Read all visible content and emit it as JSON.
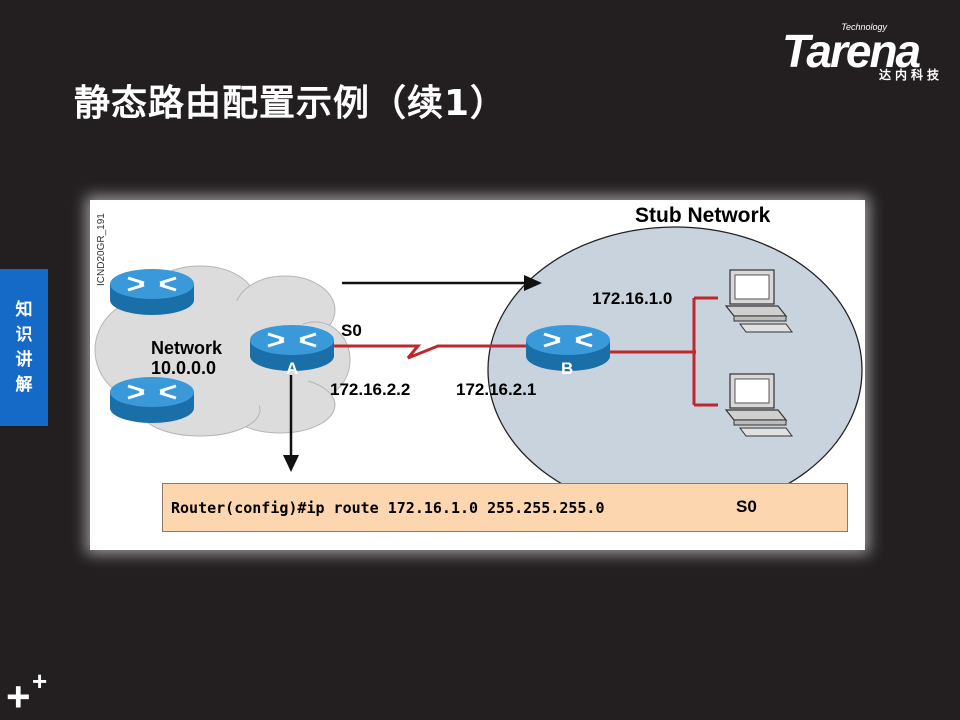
{
  "slide": {
    "title": "静态路由配置示例（续1）",
    "side_tab": [
      "知",
      "识",
      "讲",
      "解"
    ]
  },
  "logo": {
    "technology": "Technology",
    "brand": "Tarena",
    "chinese": "达内科技"
  },
  "diagram": {
    "stub_label": "Stub Network",
    "network_line1": "Network",
    "network_line2": "10.0.0.0",
    "router_a": "A",
    "router_b": "B",
    "iface_s0": "S0",
    "ip_a": "172.16.2.2",
    "ip_b": "172.16.2.1",
    "stub_net": "172.16.1.0",
    "command": "Router(config)#ip route 172.16.1.0 255.255.255.0",
    "command_iface": "S0",
    "figure_id": "ICND20GR_191",
    "colors": {
      "router": "#2b8fd0",
      "link": "#c0272d",
      "stub_fill": "#c9d3de",
      "cloud": "#dcdcdc",
      "cmd_bg": "#fbd6ae"
    }
  }
}
